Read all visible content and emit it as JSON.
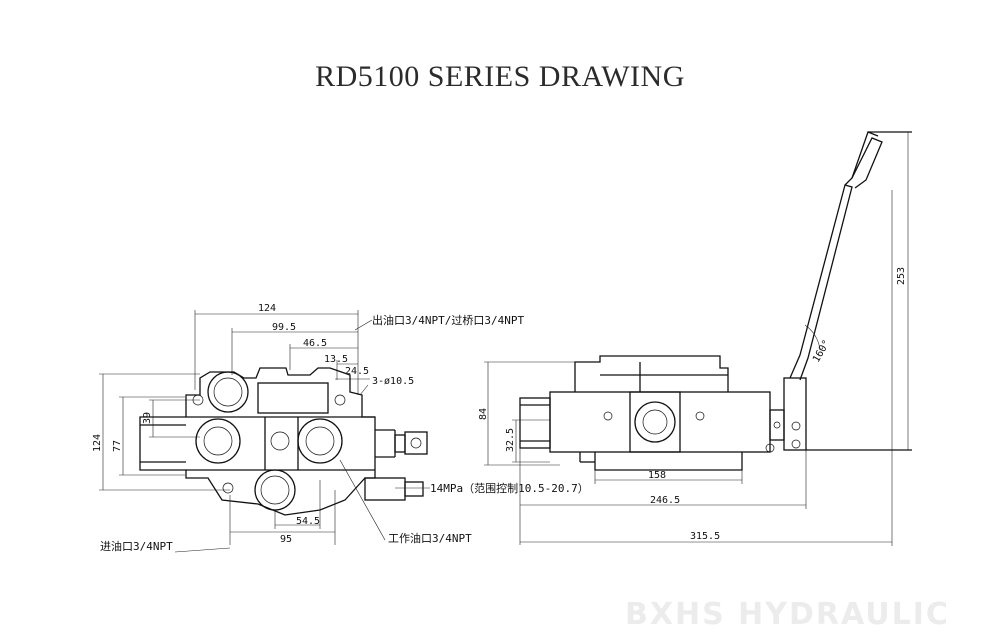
{
  "title": "RD5100 SERIES DRAWING",
  "watermark": "BXHS HYDRAULIC",
  "front_view": {
    "dims": {
      "w124": "124",
      "w99_5": "99.5",
      "w46_5": "46.5",
      "w13_5": "13.5",
      "w24_5": "24.5",
      "holes": "3-ø10.5",
      "h39": "39",
      "h124": "124",
      "h77": "77",
      "w54_5": "54.5",
      "w95": "95"
    },
    "labels": {
      "outlet": "出油口3/4NPT/过桥口3/4NPT",
      "pressure": "14MPa（范围控制10.5-20.7）",
      "inlet": "进油口3/4NPT",
      "work_port": "工作油口3/4NPT"
    }
  },
  "side_view": {
    "dims": {
      "h84": "84",
      "h32_5": "32.5",
      "w158": "158",
      "w246_5": "246.5",
      "w315_5": "315.5",
      "h253": "253",
      "angle": "160°"
    }
  },
  "colors": {
    "line": "#111111",
    "title": "#2b2b2b",
    "watermark": "#ececec"
  }
}
